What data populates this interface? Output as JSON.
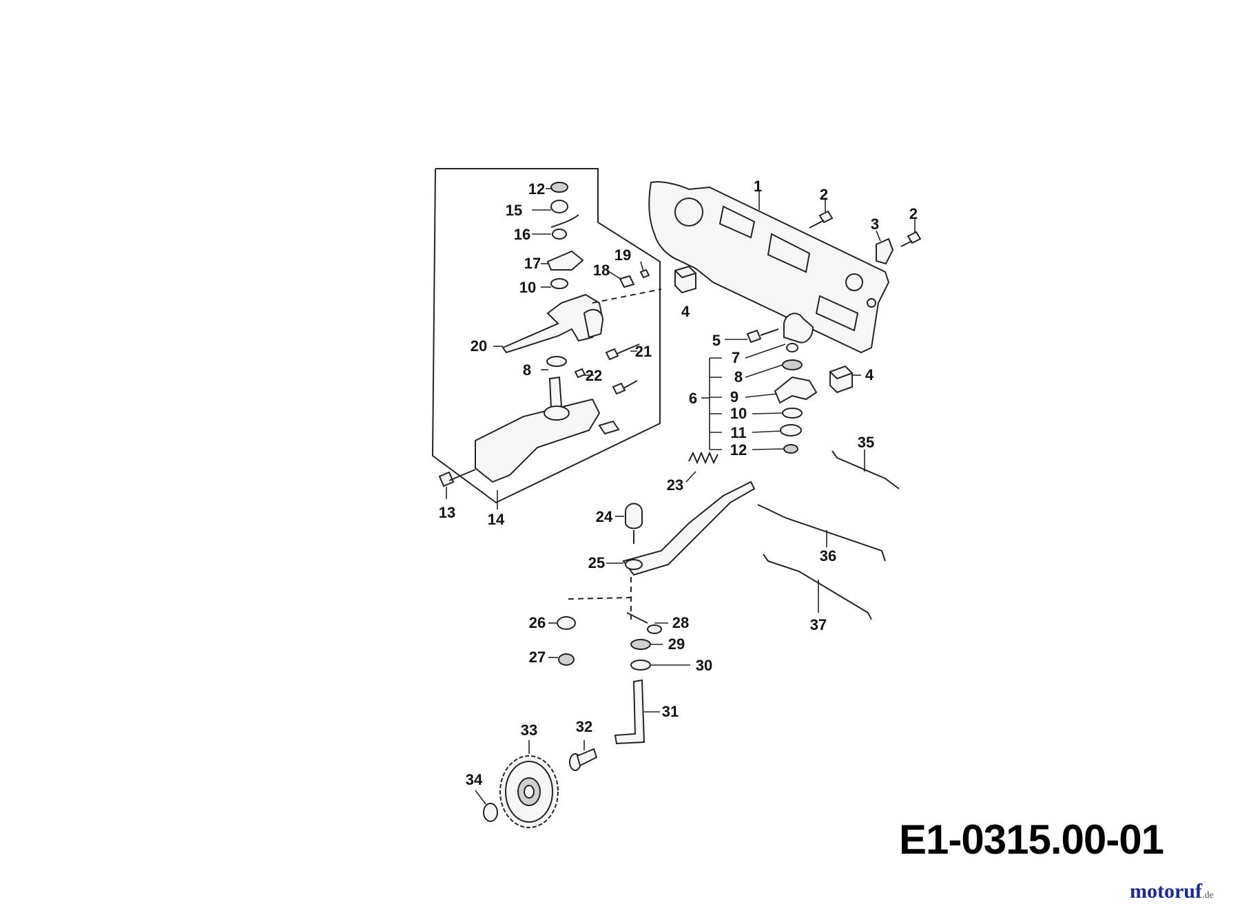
{
  "drawing_code": "E1-0315.00-01",
  "watermark": {
    "brand": "motoruf",
    "suffix": ".de"
  },
  "callouts": [
    "1",
    "2",
    "2",
    "3",
    "4",
    "4",
    "5",
    "6",
    "7",
    "8",
    "9",
    "10",
    "11",
    "12",
    "12",
    "15",
    "16",
    "17",
    "18",
    "19",
    "10",
    "20",
    "8",
    "21",
    "22",
    "13",
    "14",
    "35",
    "23",
    "24",
    "36",
    "25",
    "37",
    "26",
    "28",
    "29",
    "27",
    "30",
    "31",
    "32",
    "33",
    "34"
  ]
}
